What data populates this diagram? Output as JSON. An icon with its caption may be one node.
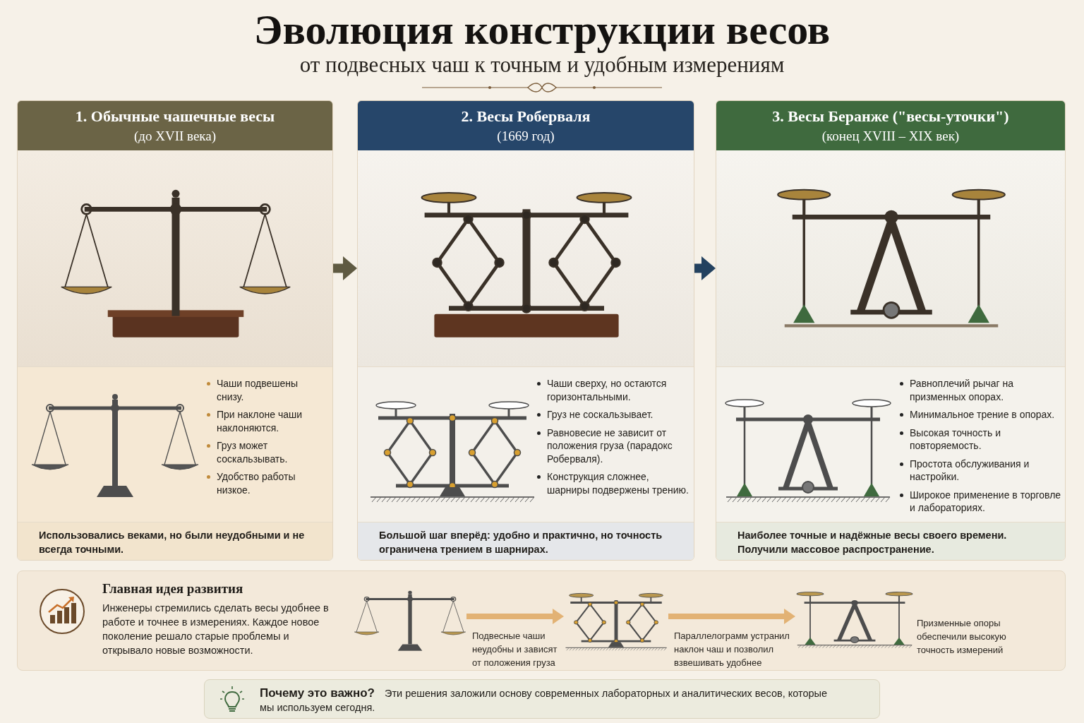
{
  "diagram": {
    "title": "Эволюция конструкции весов",
    "nodes": [
      {
        "text": [
          "1. Обычные чашечные весы",
          "(до XVII века)"
        ]
      },
      {
        "text": [
          "Чаши подвешены снизу.",
          "При наклоне чаши наклоняются.",
          "Груз может соскальзывать.",
          "Удобство работы низкое."
        ],
        "in": 0
      },
      {
        "text": [
          "Использовались веками, но были неудобными и не всегда точными."
        ],
        "in": 0
      },
      {
        "text": [
          "2. Весы Роберваля",
          "(1669 год)"
        ]
      },
      {
        "text": [
          "Чаши сверху, но остаются горизонтальными.",
          "Груз не соскальзывает.",
          "Равновесие не зависит от положения груза (парадокс Роберваля).",
          "Конструкция сложнее, шарниры подвержены трению."
        ],
        "in": 3
      },
      {
        "text": [
          "Большой шаг вперёд: удобно и практично, но точность ограничена трением в шарнирах."
        ],
        "in": 3
      },
      {
        "text": [
          "3. Весы Беранже (\"весы-уточки\")",
          "(конец XVIII – XIX век)"
        ]
      },
      {
        "text": [
          "Равноплечий рычаг на призменных опорах.",
          "Минимальное трение в опорах.",
          "Высокая точность и повторяемость.",
          "Простота обслуживания и настройки.",
          "Широкое применение в торговле и лабораториях."
        ],
        "in": 6
      },
      {
        "text": [
          "Наиболее точные и надёжные весы своего времени. Получили массовое распространение."
        ],
        "in": 6
      },
      {
        "text": [
          "Главная идея развития",
          "Инженеры стремились сделать весы удобнее в работе и точнее в измерениях. Каждое новое поколение решало старые проблемы и открывало новые возможности."
        ]
      },
      {
        "text": [],
        "shape": "picture",
        "in": 9,
        "beside": [
          "Подвесные чаши неудобны и зависят от положения груза"
        ]
      },
      {
        "text": [],
        "shape": "picture",
        "in": 9,
        "beside": [
          "Параллелограмм устранил наклон чаш и позволил взвешивать удобнее"
        ]
      },
      {
        "text": [],
        "shape": "picture",
        "in": 9,
        "beside": [
          "Призменные опоры обеспечили высокую точность измерений"
        ]
      },
      {
        "text": [
          "Почему это важно?",
          "Эти решения заложили основу современных лабораторных и аналитических весов, которые мы используем сегодня."
        ]
      }
    ],
    "edges": [
      {
        "from": 0,
        "to": 3,
        "arrow": "to",
        "color": "#5f5a42"
      },
      {
        "from": 3,
        "to": 6,
        "arrow": "to",
        "color": "#23415f"
      },
      {
        "from": 10,
        "to": 11,
        "arrow": "to",
        "color": "#e2b274"
      },
      {
        "from": 11,
        "to": 12,
        "arrow": "to",
        "color": "#e2b274"
      }
    ],
    "labels": [
      "от подвесных чаш к точным и удобным измерениям"
    ]
  }
}
